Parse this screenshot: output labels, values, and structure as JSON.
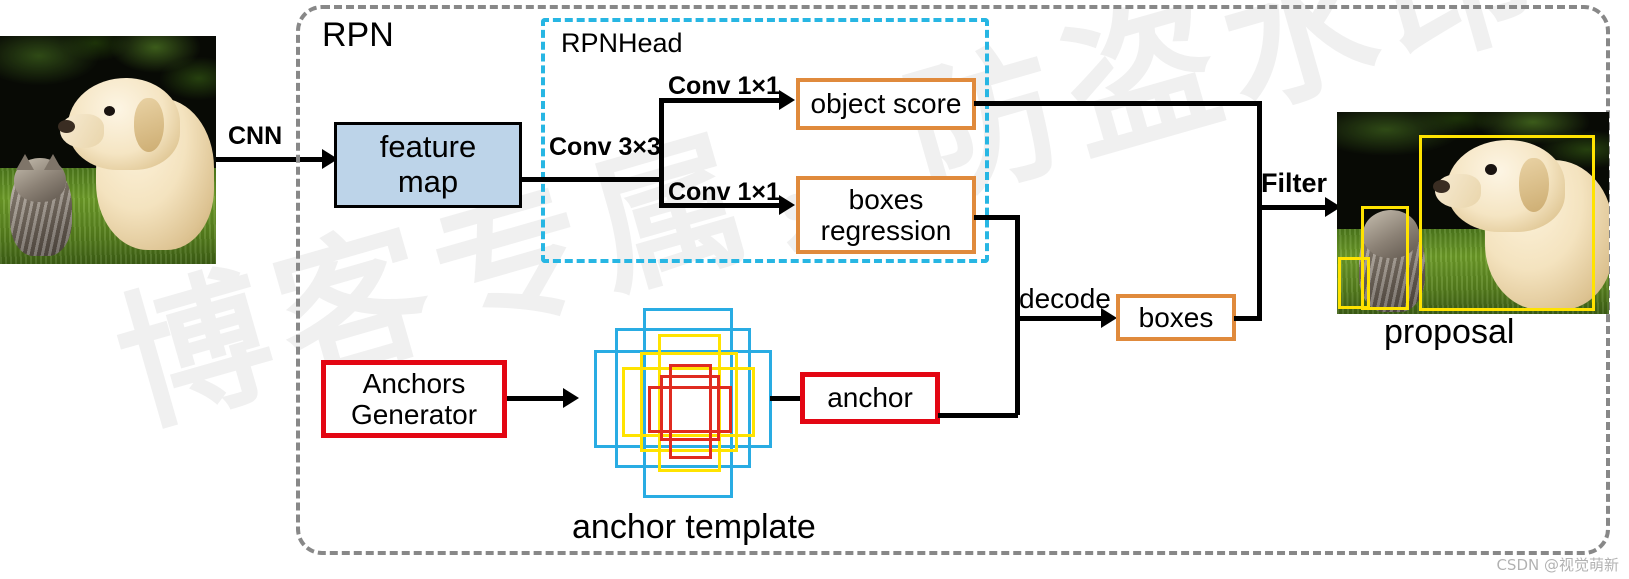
{
  "diagram": {
    "title": "RPN",
    "subgroup_title": "RPNHead",
    "colors": {
      "rpn_border": "#888888",
      "rpnhead_border": "#27b6e3",
      "feature_map_fill": "#bdd4e9",
      "orange_box": "#e08a3c",
      "red_box": "#e30613",
      "anchor_yellow": "#ffe300",
      "anchor_blue": "#29ace3",
      "anchor_red": "#e02b20",
      "arrow": "#000000"
    }
  },
  "nodes": {
    "feature_map": "feature\nmap",
    "feature_map_line1": "feature",
    "feature_map_line2": "map",
    "object_score": "object score",
    "boxes_regression_line1": "boxes",
    "boxes_regression_line2": "regression",
    "boxes": "boxes",
    "anchors_generator_line1": "Anchors",
    "anchors_generator_line2": "Generator",
    "anchor": "anchor"
  },
  "edge_labels": {
    "cnn": "CNN",
    "conv3x3": "Conv 3×3",
    "conv1x1_top": "Conv 1×1",
    "conv1x1_bottom": "Conv 1×1",
    "decode": "decode",
    "filter": "Filter"
  },
  "captions": {
    "anchor_template": "anchor template",
    "proposal": "proposal"
  },
  "watermarks": {
    "big": "博客专属，防盗水印",
    "csdn": "CSDN @视觉萌新"
  },
  "images": {
    "input_photo_alt": "puppy and kitten on grass",
    "proposal_photo_alt": "puppy and kitten on grass with proposal boxes"
  },
  "anchor_template": {
    "scales": 3,
    "ratios": 3,
    "scale_colors": [
      "#e02b20",
      "#ffe300",
      "#29ace3"
    ],
    "ratio_names": [
      "tall",
      "square",
      "wide"
    ]
  }
}
